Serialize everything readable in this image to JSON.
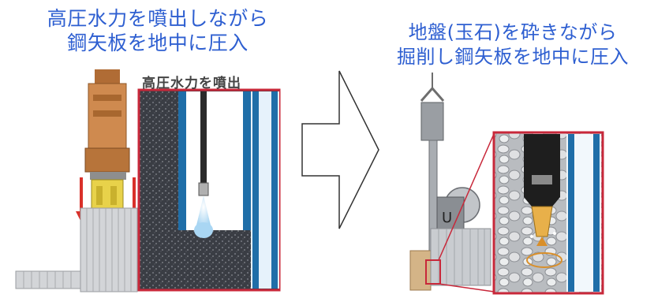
{
  "left_panel": {
    "title_lines": [
      "高圧水力を噴出しながら",
      "鋼矢板を地中に圧入"
    ],
    "inset_label": "高圧水力を噴出"
  },
  "right_panel": {
    "title_lines": [
      "地盤(玉石)を砕きながら",
      "掘削し鋼矢板を地中に圧入"
    ]
  },
  "colors": {
    "title_blue": "#2e5fd1",
    "inset_frame_red": "#c8283a",
    "arrow_red": "#d9302a",
    "water_blue": "#1d6fae",
    "machine_orange": "#c8834c",
    "clamp_yellow": "#e8d24a"
  },
  "icons": [
    "right-arrow-icon"
  ]
}
